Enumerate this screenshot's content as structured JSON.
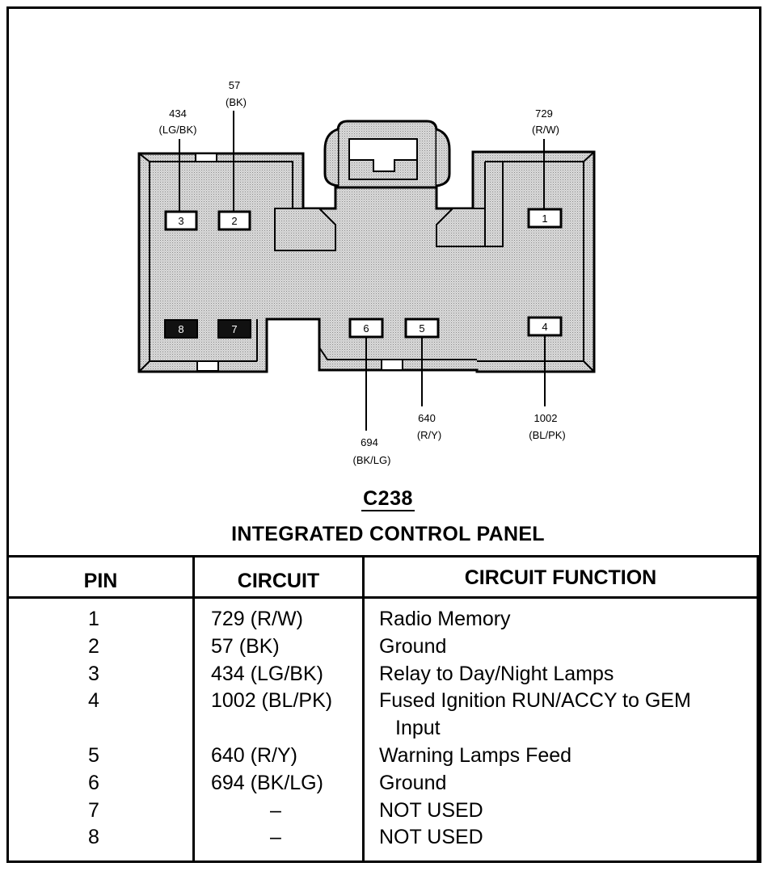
{
  "connector": {
    "id": "C238",
    "name": "INTEGRATED CONTROL PANEL"
  },
  "pins": [
    {
      "number": "1",
      "circuit": "729",
      "color": "(R/W)"
    },
    {
      "number": "2",
      "circuit": "57",
      "color": "(BK)"
    },
    {
      "number": "3",
      "circuit": "434",
      "color": "(LG/BK)"
    },
    {
      "number": "4",
      "circuit": "1002",
      "color": "(BL/PK)"
    },
    {
      "number": "5",
      "circuit": "640",
      "color": "(R/Y)"
    },
    {
      "number": "6",
      "circuit": "694",
      "color": "(BK/LG)"
    },
    {
      "number": "7",
      "circuit": "",
      "color": ""
    },
    {
      "number": "8",
      "circuit": "",
      "color": ""
    }
  ],
  "table": {
    "headers": {
      "pin": "PIN",
      "circuit": "CIRCUIT",
      "function": "CIRCUIT FUNCTION"
    },
    "rows": [
      {
        "pin": "1",
        "circuit": "729 (R/W)",
        "function": "Radio Memory",
        "function_cont": ""
      },
      {
        "pin": "2",
        "circuit": "57 (BK)",
        "function": "Ground",
        "function_cont": ""
      },
      {
        "pin": "3",
        "circuit": "434 (LG/BK)",
        "function": "Relay to Day/Night Lamps",
        "function_cont": ""
      },
      {
        "pin": "4",
        "circuit": "1002 (BL/PK)",
        "function": "Fused Ignition RUN/ACCY to GEM",
        "function_cont": "Input"
      },
      {
        "pin": "5",
        "circuit": "640 (R/Y)",
        "function": "Warning Lamps Feed",
        "function_cont": ""
      },
      {
        "pin": "6",
        "circuit": "694 (BK/LG)",
        "function": "Ground",
        "function_cont": ""
      },
      {
        "pin": "7",
        "circuit": "–",
        "function": "NOT USED",
        "function_cont": ""
      },
      {
        "pin": "8",
        "circuit": "–",
        "function": "NOT USED",
        "function_cont": ""
      }
    ]
  },
  "colors": {
    "line": "#000000",
    "body_fill": "#d2d2d2",
    "background": "#ffffff",
    "unused_pin": "#111111"
  }
}
